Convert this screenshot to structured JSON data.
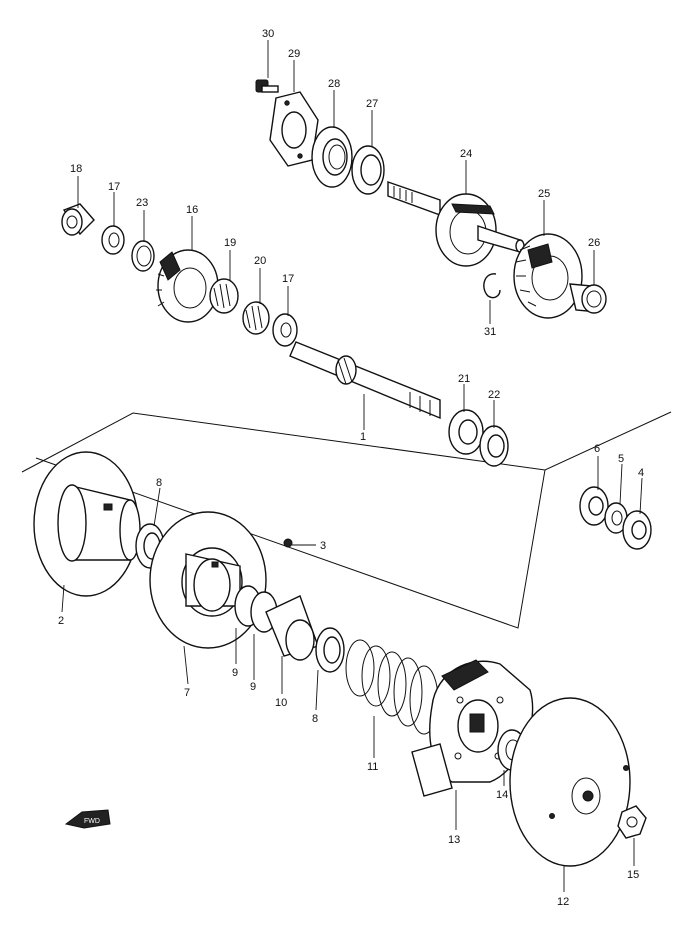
{
  "callouts": {
    "p1": "1",
    "p2": "2",
    "p3": "3",
    "p4": "4",
    "p5": "5",
    "p6": "6",
    "p7": "7",
    "p8a": "8",
    "p8b": "8",
    "p9a": "9",
    "p9b": "9",
    "p10": "10",
    "p11": "11",
    "p12": "12",
    "p13": "13",
    "p14": "14",
    "p15": "15",
    "p16": "16",
    "p17a": "17",
    "p17b": "17",
    "p18": "18",
    "p19": "19",
    "p20": "20",
    "p21": "21",
    "p22": "22",
    "p23": "23",
    "p24": "24",
    "p25": "25",
    "p26": "26",
    "p27": "27",
    "p28": "28",
    "p29": "29",
    "p30": "30",
    "p31": "31"
  },
  "fwd_marker": "FWD"
}
